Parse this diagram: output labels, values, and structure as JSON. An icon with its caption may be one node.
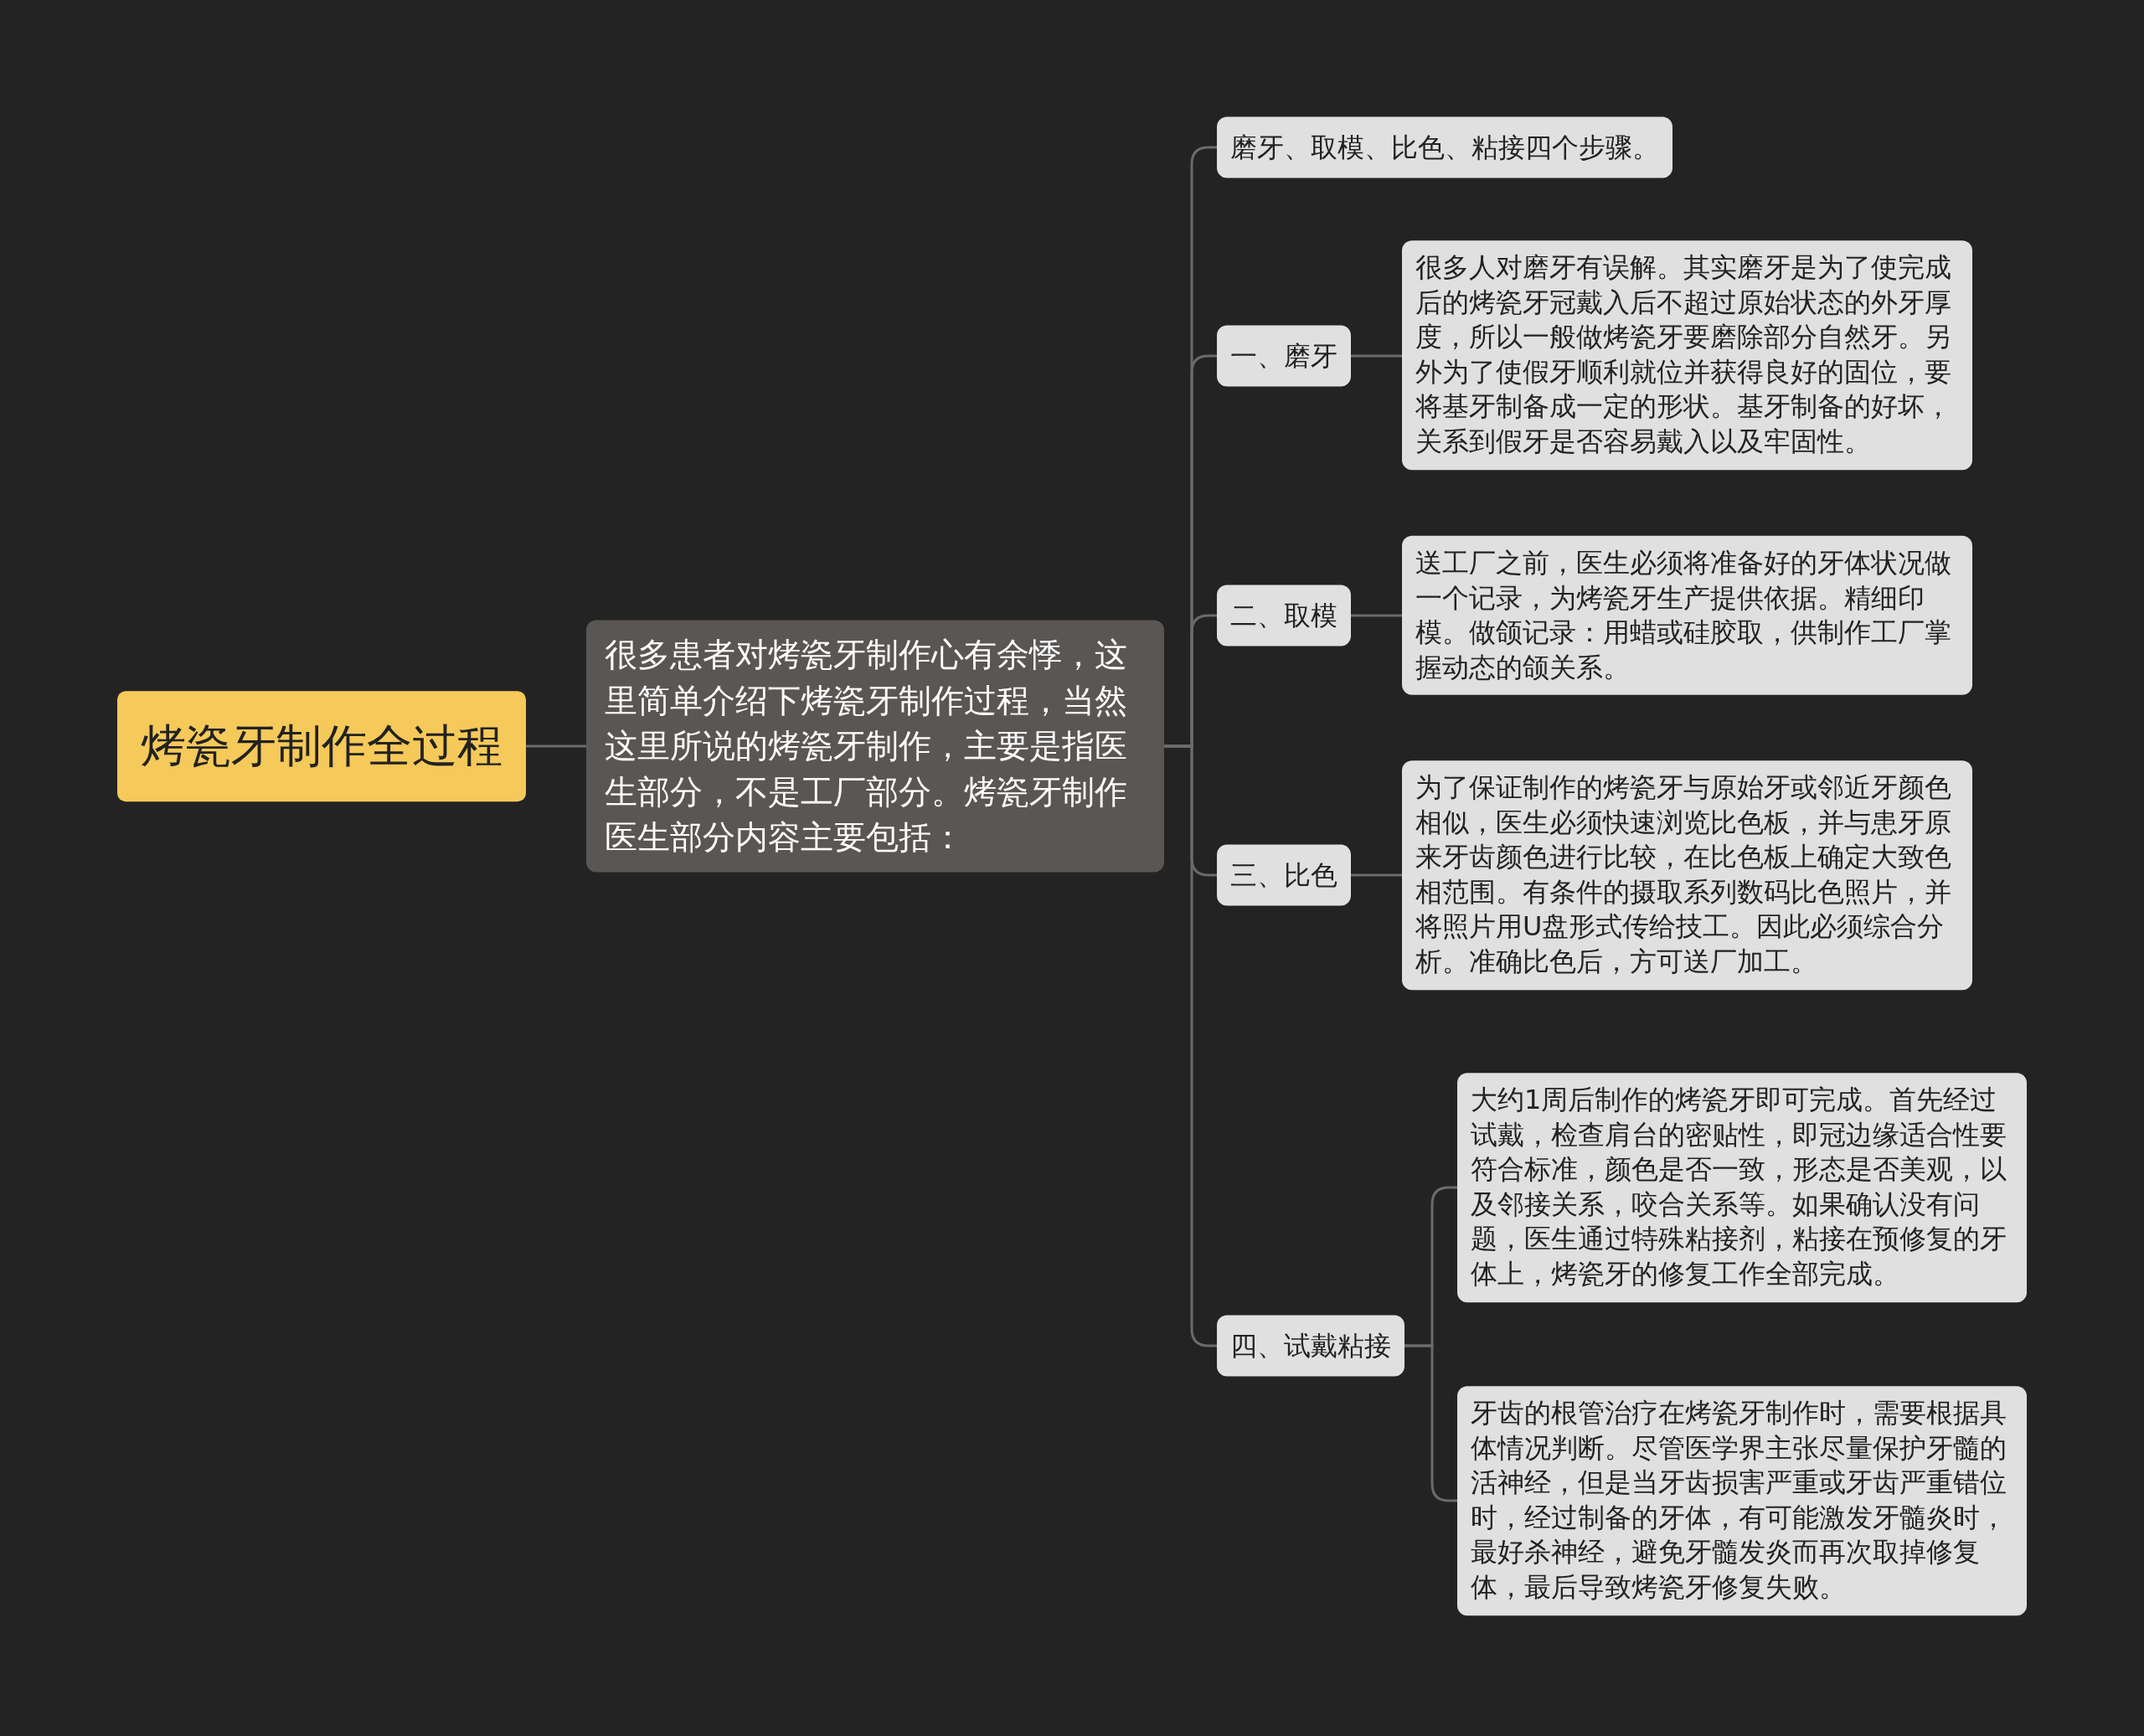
{
  "diagram": {
    "nodes": [
      {
        "text": [
          "烤瓷牙制作全过程"
        ]
      },
      {
        "text": [
          "很多患者对烤瓷牙制作心有余悸，这里简单介绍下烤瓷牙制作过程，当然这里所说的烤瓷牙制作，主要是指医生部分，不是工厂部分。烤瓷牙制作医生部分内容主要包括："
        ]
      },
      {
        "text": [
          "磨牙、取模、比色、粘接四个步骤。"
        ]
      },
      {
        "text": [
          "一、磨牙"
        ]
      },
      {
        "text": [
          "很多人对磨牙有误解。其实磨牙是为了使完成后的烤瓷牙冠戴入后不超过原始状态的外牙厚度，所以一般做烤瓷牙要磨除部分自然牙。另外为了使假牙顺利就位并获得良好的固位，要将基牙制备成一定的形状。基牙制备的好坏，关系到假牙是否容易戴入以及牢固性。"
        ]
      },
      {
        "text": [
          "二、取模"
        ]
      },
      {
        "text": [
          "送工厂之前，医生必须将准备好的牙体状况做一个记录，为烤瓷牙生产提供依据。精细印模。做颌记录：用蜡或硅胶取，供制作工厂掌握动态的颌关系。"
        ]
      },
      {
        "text": [
          "三、比色"
        ]
      },
      {
        "text": [
          "为了保证制作的烤瓷牙与原始牙或邻近牙颜色相似，医生必须快速浏览比色板，并与患牙原来牙齿颜色进行比较，在比色板上确定大致色相范围。有条件的摄取系列数码比色照片，并将照片用U盘形式传给技工。因此必须综合分析。准确比色后，方可送厂加工。"
        ]
      },
      {
        "text": [
          "四、试戴粘接"
        ]
      },
      {
        "text": [
          "大约1周后制作的烤瓷牙即可完成。首先经过试戴，检查肩台的密贴性，即冠边缘适合性要符合标准，颜色是否一致，形态是否美观，以及邻接关系，咬合关系等。如果确认没有问题，医生通过特殊粘接剂，粘接在预修复的牙体上，烤瓷牙的修复工作全部完成。"
        ]
      },
      {
        "text": [
          "牙齿的根管治疗在烤瓷牙制作时，需要根据具体情况判断。尽管医学界主张尽量保护牙髓的活神经，但是当牙齿损害严重或牙齿严重错位时，经过制备的牙体，有可能激发牙髓炎时，最好杀神经，避免牙髓发炎而再次取掉修复体，最后导致烤瓷牙修复失败。"
        ]
      }
    ],
    "edges": [
      {
        "from": 0,
        "to": 1,
        "arrow": "none"
      },
      {
        "from": 1,
        "to": 2,
        "arrow": "none"
      },
      {
        "from": 1,
        "to": 3,
        "arrow": "none"
      },
      {
        "from": 1,
        "to": 5,
        "arrow": "none"
      },
      {
        "from": 1,
        "to": 7,
        "arrow": "none"
      },
      {
        "from": 1,
        "to": 9,
        "arrow": "none"
      },
      {
        "from": 3,
        "to": 4,
        "arrow": "none"
      },
      {
        "from": 5,
        "to": 6,
        "arrow": "none"
      },
      {
        "from": 7,
        "to": 8,
        "arrow": "none"
      },
      {
        "from": 9,
        "to": 10,
        "arrow": "none"
      },
      {
        "from": 9,
        "to": 11,
        "arrow": "none"
      }
    ]
  }
}
